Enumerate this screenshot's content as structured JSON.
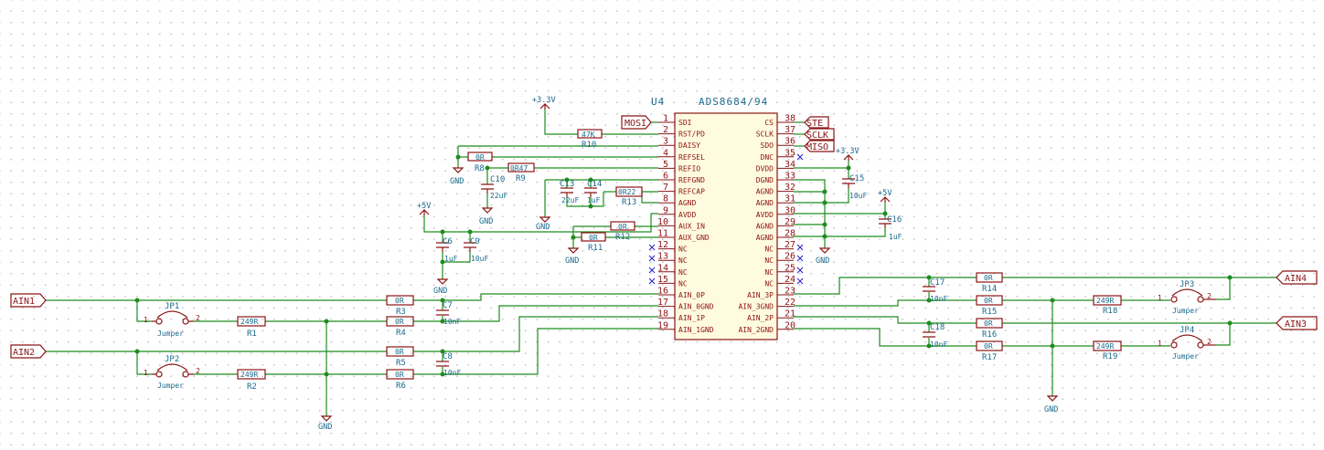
{
  "ic": {
    "ref": "U4",
    "value": "ADS8684/94",
    "left_pins": [
      {
        "num": "1",
        "name": "SDI"
      },
      {
        "num": "2",
        "name": "RST/PD"
      },
      {
        "num": "3",
        "name": "DAISY"
      },
      {
        "num": "4",
        "name": "REFSEL"
      },
      {
        "num": "5",
        "name": "REFIO"
      },
      {
        "num": "6",
        "name": "REFGND"
      },
      {
        "num": "7",
        "name": "REFCAP"
      },
      {
        "num": "8",
        "name": "AGND"
      },
      {
        "num": "9",
        "name": "AVDD"
      },
      {
        "num": "10",
        "name": "AUX_IN"
      },
      {
        "num": "11",
        "name": "AUX_GND"
      },
      {
        "num": "12",
        "name": "NC"
      },
      {
        "num": "13",
        "name": "NC"
      },
      {
        "num": "14",
        "name": "NC"
      },
      {
        "num": "15",
        "name": "NC"
      },
      {
        "num": "16",
        "name": "AIN_0P"
      },
      {
        "num": "17",
        "name": "AIN_0GND"
      },
      {
        "num": "18",
        "name": "AIN_1P"
      },
      {
        "num": "19",
        "name": "AIN_1GND"
      }
    ],
    "right_pins": [
      {
        "num": "38",
        "name": "CS"
      },
      {
        "num": "37",
        "name": "SCLK"
      },
      {
        "num": "36",
        "name": "SDO"
      },
      {
        "num": "35",
        "name": "DNC"
      },
      {
        "num": "34",
        "name": "DVDD"
      },
      {
        "num": "33",
        "name": "DGND"
      },
      {
        "num": "32",
        "name": "AGND"
      },
      {
        "num": "31",
        "name": "AGND"
      },
      {
        "num": "30",
        "name": "AVDD"
      },
      {
        "num": "29",
        "name": "AGND"
      },
      {
        "num": "28",
        "name": "AGND"
      },
      {
        "num": "27",
        "name": "NC"
      },
      {
        "num": "26",
        "name": "NC"
      },
      {
        "num": "25",
        "name": "NC"
      },
      {
        "num": "24",
        "name": "NC"
      },
      {
        "num": "23",
        "name": "AIN_3P"
      },
      {
        "num": "22",
        "name": "AIN_3GND"
      },
      {
        "num": "21",
        "name": "AIN_2P"
      },
      {
        "num": "20",
        "name": "AIN_2GND"
      }
    ]
  },
  "labels": {
    "mosi": "MOSI",
    "ste": "STE",
    "sclk": "SCLK",
    "miso": "MISO",
    "ain1": "AIN1",
    "ain2": "AIN2",
    "ain3": "AIN3",
    "ain4": "AIN4"
  },
  "power": {
    "p33v": "+3.3V",
    "p5v": "+5V",
    "gnd": "GND"
  },
  "parts": {
    "r10": {
      "ref": "R10",
      "val": "47K"
    },
    "r8": {
      "ref": "R8",
      "val": "0R"
    },
    "r9": {
      "ref": "R9",
      "val": "0R47"
    },
    "r13": {
      "ref": "R13",
      "val": "0R22"
    },
    "r12": {
      "ref": "R12",
      "val": "0R"
    },
    "r11": {
      "ref": "R11",
      "val": "0R"
    },
    "c10": {
      "ref": "C10",
      "val": "22uF"
    },
    "c13": {
      "ref": "C13",
      "val": "22uF"
    },
    "c14": {
      "ref": "C14",
      "val": "1uF"
    },
    "c15": {
      "ref": "C15",
      "val": "10uF"
    },
    "c16": {
      "ref": "C16",
      "val": "1uF"
    },
    "c6": {
      "ref": "C6",
      "val": "1uF"
    },
    "c9": {
      "ref": "C9",
      "val": "10uF"
    },
    "c7": {
      "ref": "C7",
      "val": "10nF"
    },
    "c8": {
      "ref": "C8",
      "val": "10nF"
    },
    "c17": {
      "ref": "C17",
      "val": "10nF"
    },
    "c18": {
      "ref": "C18",
      "val": "10nF"
    },
    "r3": {
      "ref": "R3",
      "val": "0R"
    },
    "r4": {
      "ref": "R4",
      "val": "0R"
    },
    "r5": {
      "ref": "R5",
      "val": "0R"
    },
    "r6": {
      "ref": "R6",
      "val": "0R"
    },
    "r1": {
      "ref": "R1",
      "val": "249R"
    },
    "r2": {
      "ref": "R2",
      "val": "249R"
    },
    "r14": {
      "ref": "R14",
      "val": "0R"
    },
    "r15": {
      "ref": "R15",
      "val": "0R"
    },
    "r16": {
      "ref": "R16",
      "val": "0R"
    },
    "r17": {
      "ref": "R17",
      "val": "0R"
    },
    "r18": {
      "ref": "R18",
      "val": "249R"
    },
    "r19": {
      "ref": "R19",
      "val": "249R"
    },
    "jp1": {
      "ref": "JP1",
      "val": "Jumper"
    },
    "jp2": {
      "ref": "JP2",
      "val": "Jumper"
    },
    "jp3": {
      "ref": "JP3",
      "val": "Jumper"
    },
    "jp4": {
      "ref": "JP4",
      "val": "Jumper"
    }
  },
  "jumper_pins": {
    "one": "1",
    "two": "2"
  },
  "colors": {
    "wire": "#1e8c1e",
    "component": "#8c1414",
    "text": "#1a6a8c",
    "body": "#fffbe0"
  }
}
